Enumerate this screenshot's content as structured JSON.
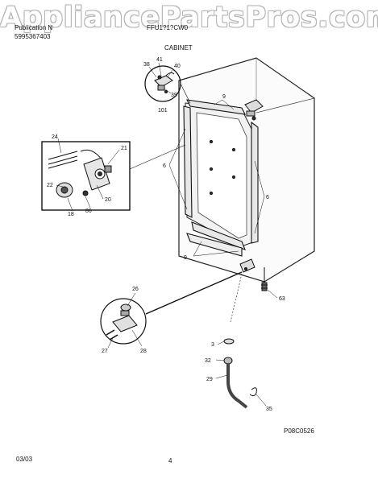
{
  "watermark": "AppliancePartsPros.com",
  "header": {
    "publication_label": "Publication N",
    "publication_number": "5995367403",
    "model": "FFU1?1?CW0",
    "section": "CABINET"
  },
  "footer": {
    "date": "03/03",
    "page": "4",
    "diagram_code": "P08C0526"
  },
  "callouts": {
    "c38": "38",
    "c41": "41",
    "c40": "40",
    "c39": "39",
    "c101": "101",
    "c9a": "9",
    "c9b": "9",
    "c6a": "6",
    "c6b": "6",
    "c24": "24",
    "c21": "21",
    "c22": "22",
    "c20": "20",
    "c18": "18",
    "c86": "86",
    "c63": "63",
    "c26": "26",
    "c27": "27",
    "c28": "28",
    "c3": "3",
    "c32": "32",
    "c29": "29",
    "c35": "35"
  }
}
